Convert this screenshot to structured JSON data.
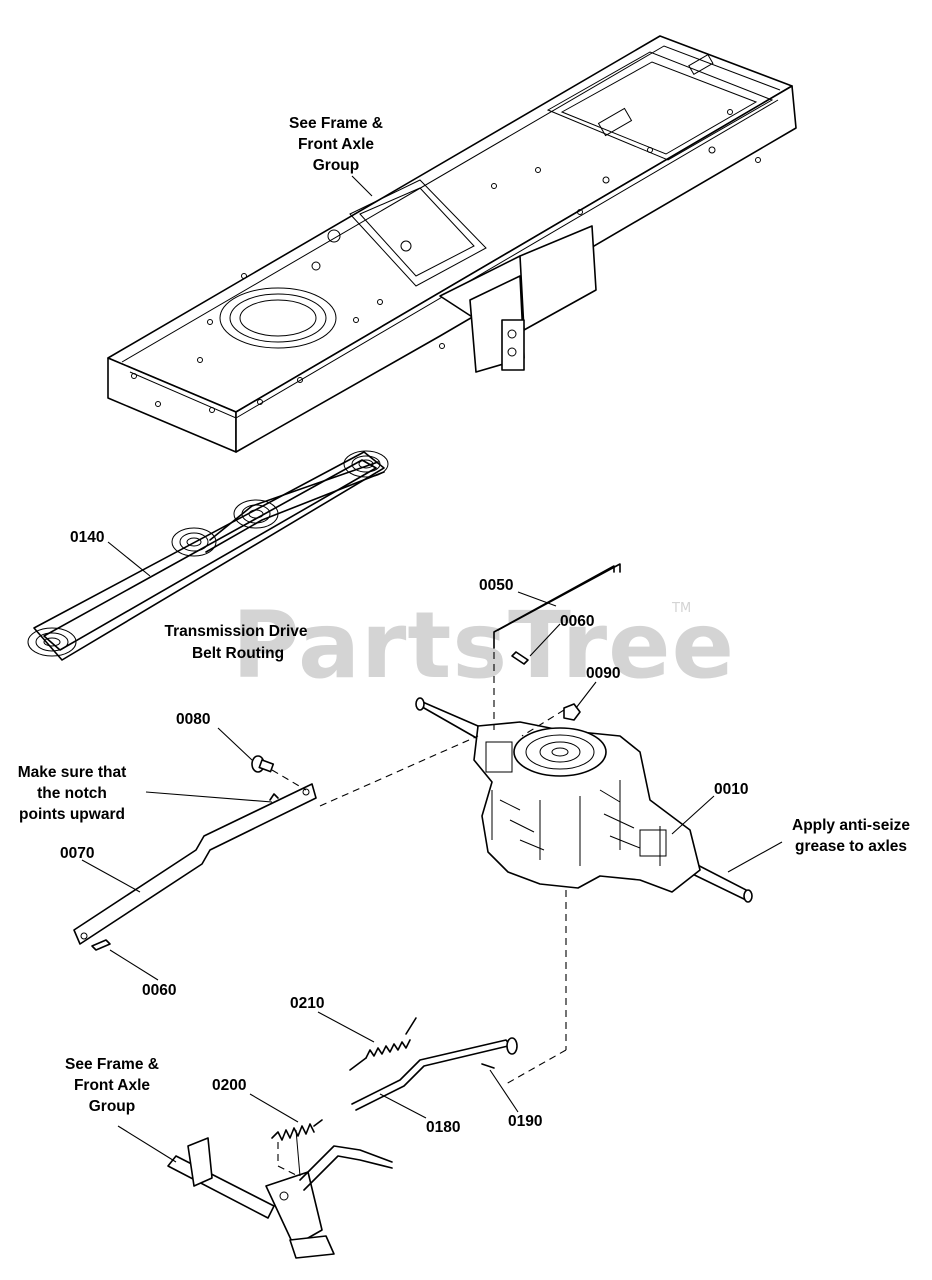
{
  "watermark": {
    "text": "PartsTree",
    "tm": "TM"
  },
  "callouts": {
    "frame_top": [
      "See Frame &",
      "Front Axle",
      "Group"
    ],
    "belt_routing": [
      "Transmission Drive",
      "Belt Routing"
    ],
    "notch": [
      "Make sure that",
      "the notch",
      "points upward"
    ],
    "anti_seize": [
      "Apply anti-seize",
      "grease to axles"
    ],
    "frame_bottom": [
      "See Frame &",
      "Front Axle",
      "Group"
    ]
  },
  "part_numbers": {
    "p0140": "0140",
    "p0050": "0050",
    "p0060a": "0060",
    "p0090": "0090",
    "p0080": "0080",
    "p0010": "0010",
    "p0070": "0070",
    "p0060b": "0060",
    "p0210": "0210",
    "p0200": "0200",
    "p0180": "0180",
    "p0190": "0190"
  }
}
